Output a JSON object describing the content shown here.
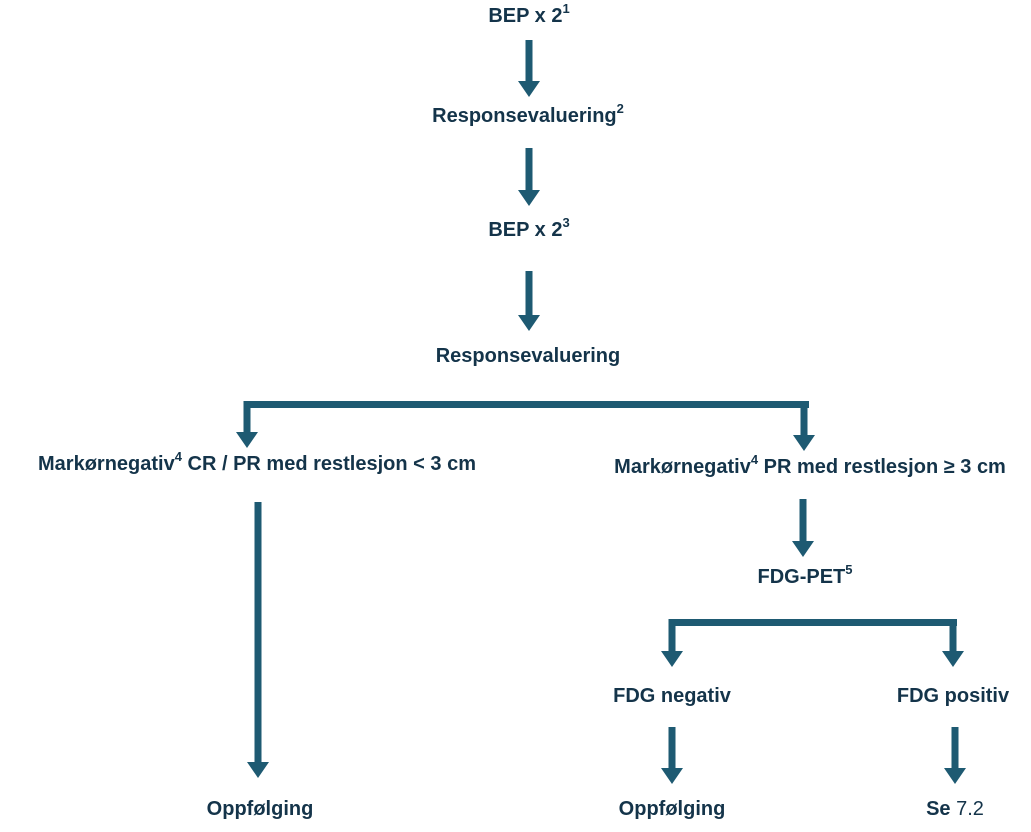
{
  "colors": {
    "text": "#14344a",
    "arrow": "#1e5a72"
  },
  "flowchart": {
    "nodes": {
      "bep1": {
        "text": "BEP x 2",
        "sup": "1"
      },
      "resp1": {
        "text": "Responsevaluering",
        "sup": "2"
      },
      "bep2": {
        "text": "BEP x 2",
        "sup": "3"
      },
      "resp2": {
        "text": "Responsevaluering"
      },
      "left_branch": {
        "pre": "Markørnegativ",
        "sup": "4",
        "post": " CR / PR med restlesjon < 3 cm"
      },
      "right_branch": {
        "pre": "Markørnegativ",
        "sup": "4",
        "post": " PR med restlesjon ≥ 3 cm"
      },
      "fdg_pet": {
        "text": "FDG-PET",
        "sup": "5"
      },
      "fdg_negativ": {
        "text": "FDG negativ"
      },
      "fdg_positiv": {
        "text": "FDG positiv"
      },
      "oppfolging_left": {
        "text": "Oppfølging"
      },
      "oppfolging_mid": {
        "text": "Oppfølging"
      },
      "se72": {
        "bold": "Se",
        "rest": " 7.2"
      }
    }
  }
}
